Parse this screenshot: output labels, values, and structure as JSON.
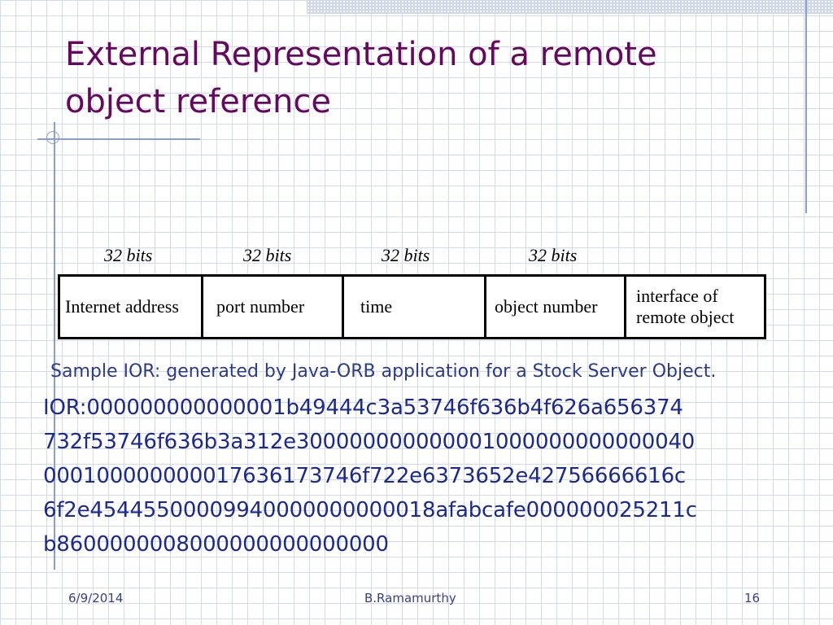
{
  "slide": {
    "title": "External Representation of a remote\nobject reference",
    "bits_labels": [
      "32 bits",
      "32 bits",
      "32 bits",
      "32 bits"
    ],
    "fields": [
      "Internet address",
      "port number",
      "time",
      "object number",
      "interface of\nremote object"
    ],
    "sample_caption": "Sample IOR: generated by Java-ORB application for a Stock Server Object.",
    "ior_lines": [
      "IOR:000000000000001b49444c3a53746f636b4f626a656374",
      "732f53746f636b3a312e300000000000001000000000000040",
      "000100000000017636173746f722e6373652e42756666616c",
      "6f2e45445500009940000000000018afabcafe000000025211c",
      "b8600000008000000000000000"
    ]
  },
  "footer": {
    "date": "6/9/2014",
    "author": "B.Ramamurthy",
    "page_number": "16"
  },
  "colors": {
    "title": "#66085f",
    "body_text": "#1c2a8c",
    "caption": "#2b3a8a",
    "grid": "#d4dbe8",
    "accent_lines": "#8aa0cc"
  }
}
